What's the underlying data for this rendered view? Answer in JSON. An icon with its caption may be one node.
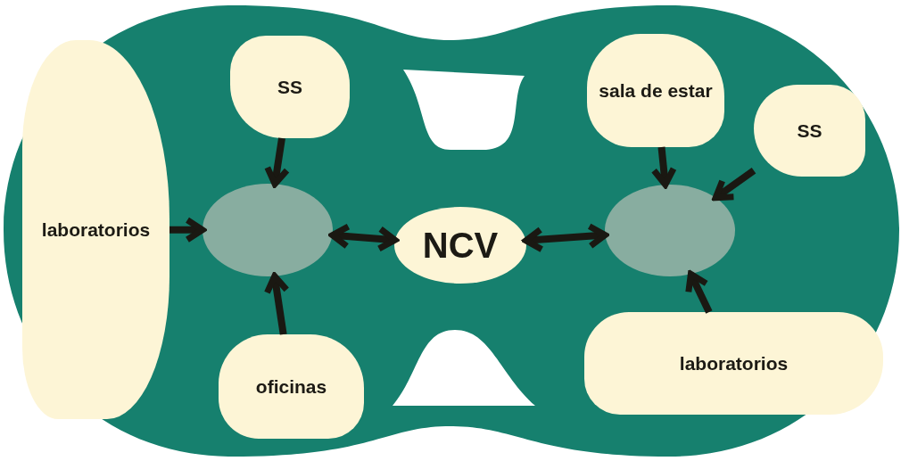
{
  "diagram": {
    "nodes": [
      {
        "text": [
          "laboratorios"
        ]
      },
      {
        "text": [
          "SS"
        ]
      },
      {
        "text": [
          "oficinas"
        ]
      },
      {
        "text": [],
        "shape": "ellipse"
      },
      {
        "text": [
          "NCV"
        ]
      },
      {
        "text": [],
        "shape": "ellipse"
      },
      {
        "text": [
          "sala de estar"
        ]
      },
      {
        "text": [
          "SS"
        ]
      },
      {
        "text": [
          "laboratorios"
        ]
      }
    ],
    "edges": [
      {
        "from": 1,
        "to": 3,
        "arrow": "to"
      },
      {
        "from": 0,
        "to": 3,
        "arrow": "to"
      },
      {
        "from": 2,
        "to": 3,
        "arrow": "to"
      },
      {
        "from": 3,
        "to": 4,
        "arrow": "both"
      },
      {
        "from": 4,
        "to": 5,
        "arrow": "both"
      },
      {
        "from": 6,
        "to": 5,
        "arrow": "to"
      },
      {
        "from": 7,
        "to": 5,
        "arrow": "to"
      },
      {
        "from": 8,
        "to": 5,
        "arrow": "to"
      }
    ]
  }
}
